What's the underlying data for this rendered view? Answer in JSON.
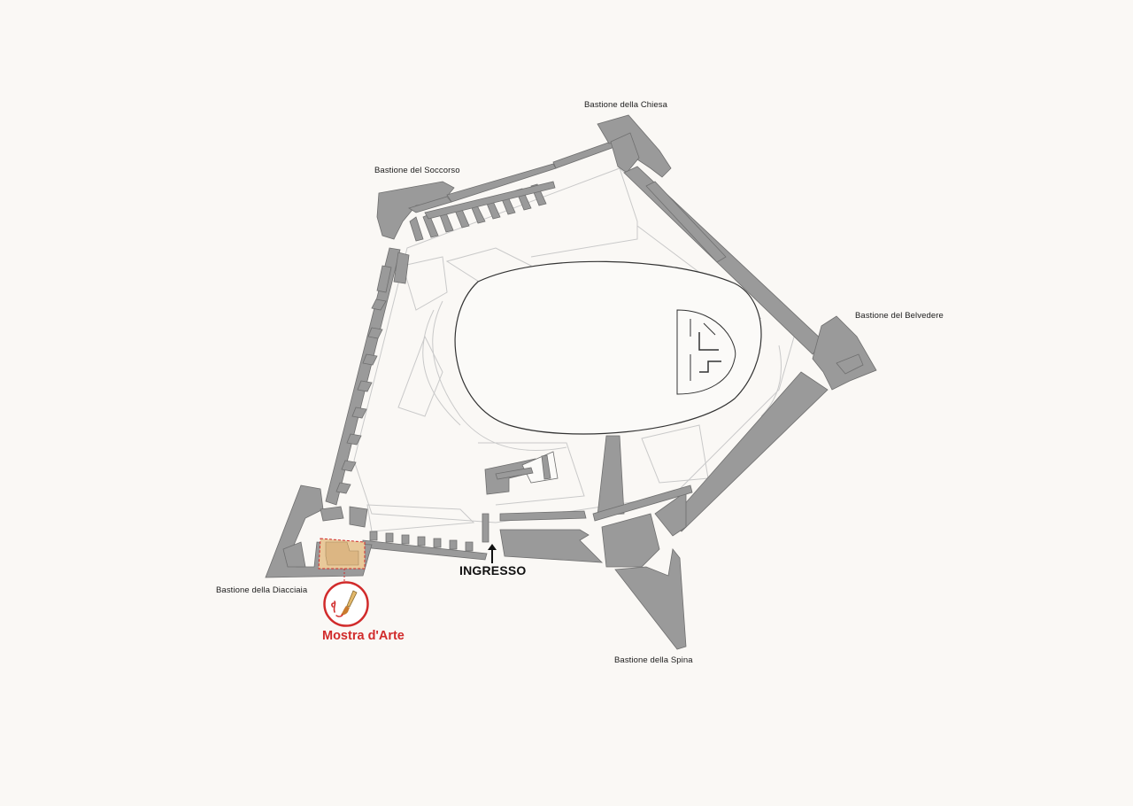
{
  "map": {
    "bastions": {
      "chiesa": "Bastione della Chiesa",
      "soccorso": "Bastione del Soccorso",
      "belvedere": "Bastione del Belvedere",
      "diacciaia": "Bastione della Diacciaia",
      "spina": "Bastione della Spina"
    },
    "entrance": {
      "label": "INGRESSO"
    },
    "exhibit": {
      "label": "Mostra d'Arte",
      "icon": "paintbrush-icon"
    },
    "colors": {
      "background": "#faf8f5",
      "walls": "#9a9a9a",
      "wall_stroke": "#6f6f6f",
      "outline": "#bdbdbd",
      "exhibit_fill": "#e9c99a",
      "exhibit_accent": "#d12b2b"
    }
  }
}
